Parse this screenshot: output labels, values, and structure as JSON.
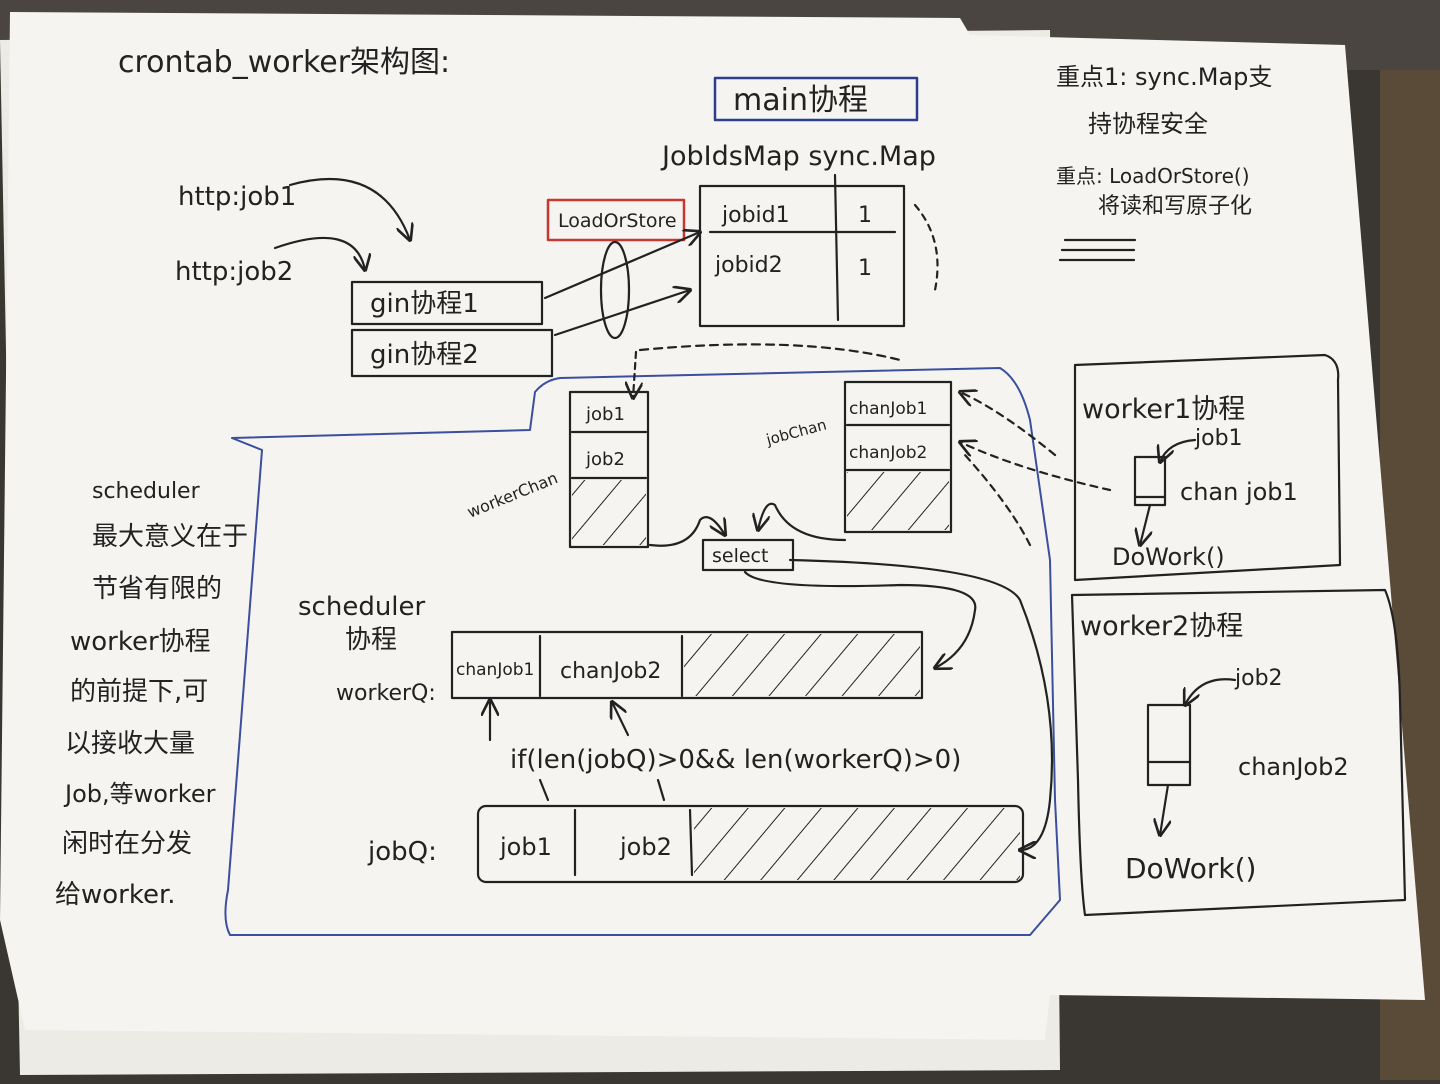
{
  "title": "crontab_worker架构图:",
  "main_box_label": "main协程",
  "map_title": "JobIdsMap sync.Map",
  "load_or_store": "LoadOrStore",
  "map_rows": [
    {
      "key": "jobid1",
      "value": "1"
    },
    {
      "key": "jobid2",
      "value": "1"
    }
  ],
  "requests": [
    "http:job1",
    "http:job2"
  ],
  "gin": [
    "gin协程1",
    "gin协程2"
  ],
  "note_right": {
    "line1": "重点1: sync.Map支",
    "line2": "持协程安全",
    "line3": "重点: LoadOrStore()",
    "line4": "将读和写原子化"
  },
  "worker_chan": {
    "label": "workerChan",
    "items": [
      "job1",
      "job2"
    ]
  },
  "job_chan": {
    "label": "jobChan",
    "items": [
      "chanJob1",
      "chanJob2"
    ]
  },
  "select_label": "select",
  "scheduler": {
    "line1": "scheduler",
    "line2": "协程"
  },
  "worker_q": {
    "label": "workerQ:",
    "cells": [
      "chanJob1",
      "chanJob2"
    ]
  },
  "condition": "if(len(jobQ)>0&& len(workerQ)>0)",
  "job_q": {
    "label": "jobQ:",
    "cells": [
      "job1",
      "job2"
    ]
  },
  "left_note": [
    "scheduler",
    "最大意义在于",
    "节省有限的",
    "worker协程",
    "的前提下,可",
    "以接收大量",
    "Job,等worker",
    "闲时在分发",
    "给worker."
  ],
  "worker1": {
    "title": "worker1协程",
    "job": "job1",
    "chan": "chan job1",
    "action": "DoWork()"
  },
  "worker2": {
    "title": "worker2协程",
    "job": "job2",
    "chan": "chanJob2",
    "action": "DoWork()"
  }
}
